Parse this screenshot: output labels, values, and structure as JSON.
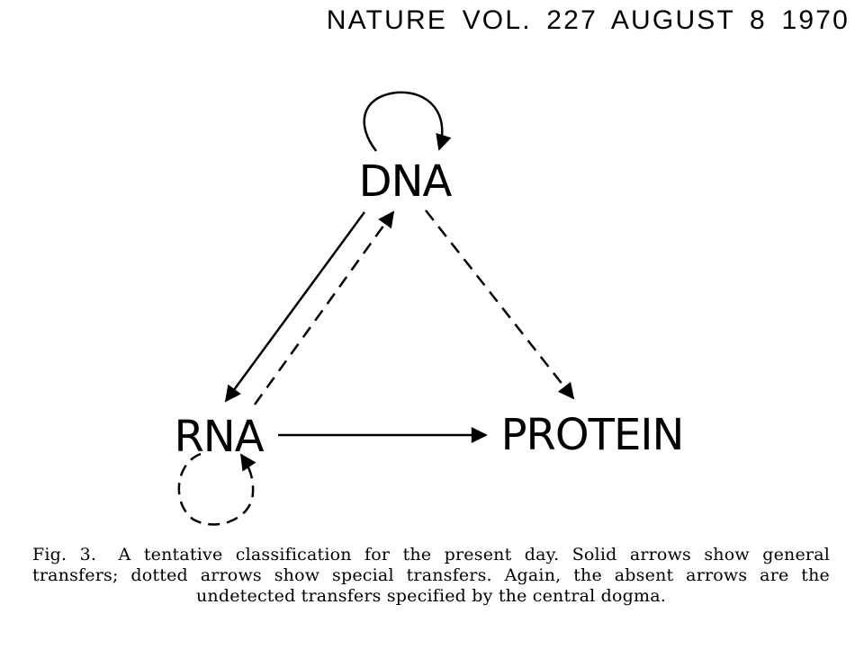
{
  "header": {
    "journal_line": "NATURE VOL. 227 AUGUST 8 1970"
  },
  "diagram": {
    "nodes": {
      "dna": "DNA",
      "rna": "RNA",
      "protein": "PROTEIN"
    },
    "arrow_colors": {
      "stroke": "#000000"
    }
  },
  "caption": {
    "label": "Fig. 3.",
    "text": "A tentative classification for the present day. Solid arrows show general transfers; dotted arrows show special transfers. Again, the absent arrows are the undetected transfers specified by the central dogma."
  }
}
